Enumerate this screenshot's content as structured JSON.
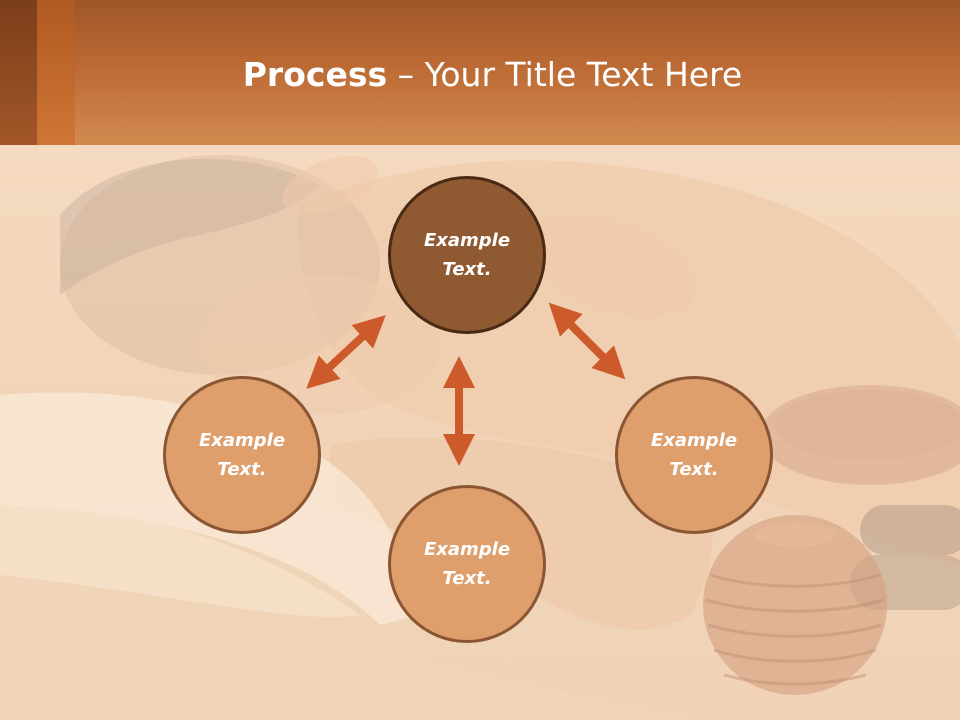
{
  "slide": {
    "title_bold": "Process",
    "title_rest": " – Your Title Text Here"
  },
  "nodes": {
    "top": {
      "line1": "Example",
      "line2": "Text."
    },
    "left": {
      "line1": "Example",
      "line2": "Text."
    },
    "right": {
      "line1": "Example",
      "line2": "Text."
    },
    "bottom": {
      "line1": "Example",
      "line2": "Text."
    }
  },
  "colors": {
    "header": "#bb6a33",
    "node_top_fill": "#8f5a32",
    "node_fill": "#de9f6c",
    "arrow": "#cc5a2a"
  }
}
